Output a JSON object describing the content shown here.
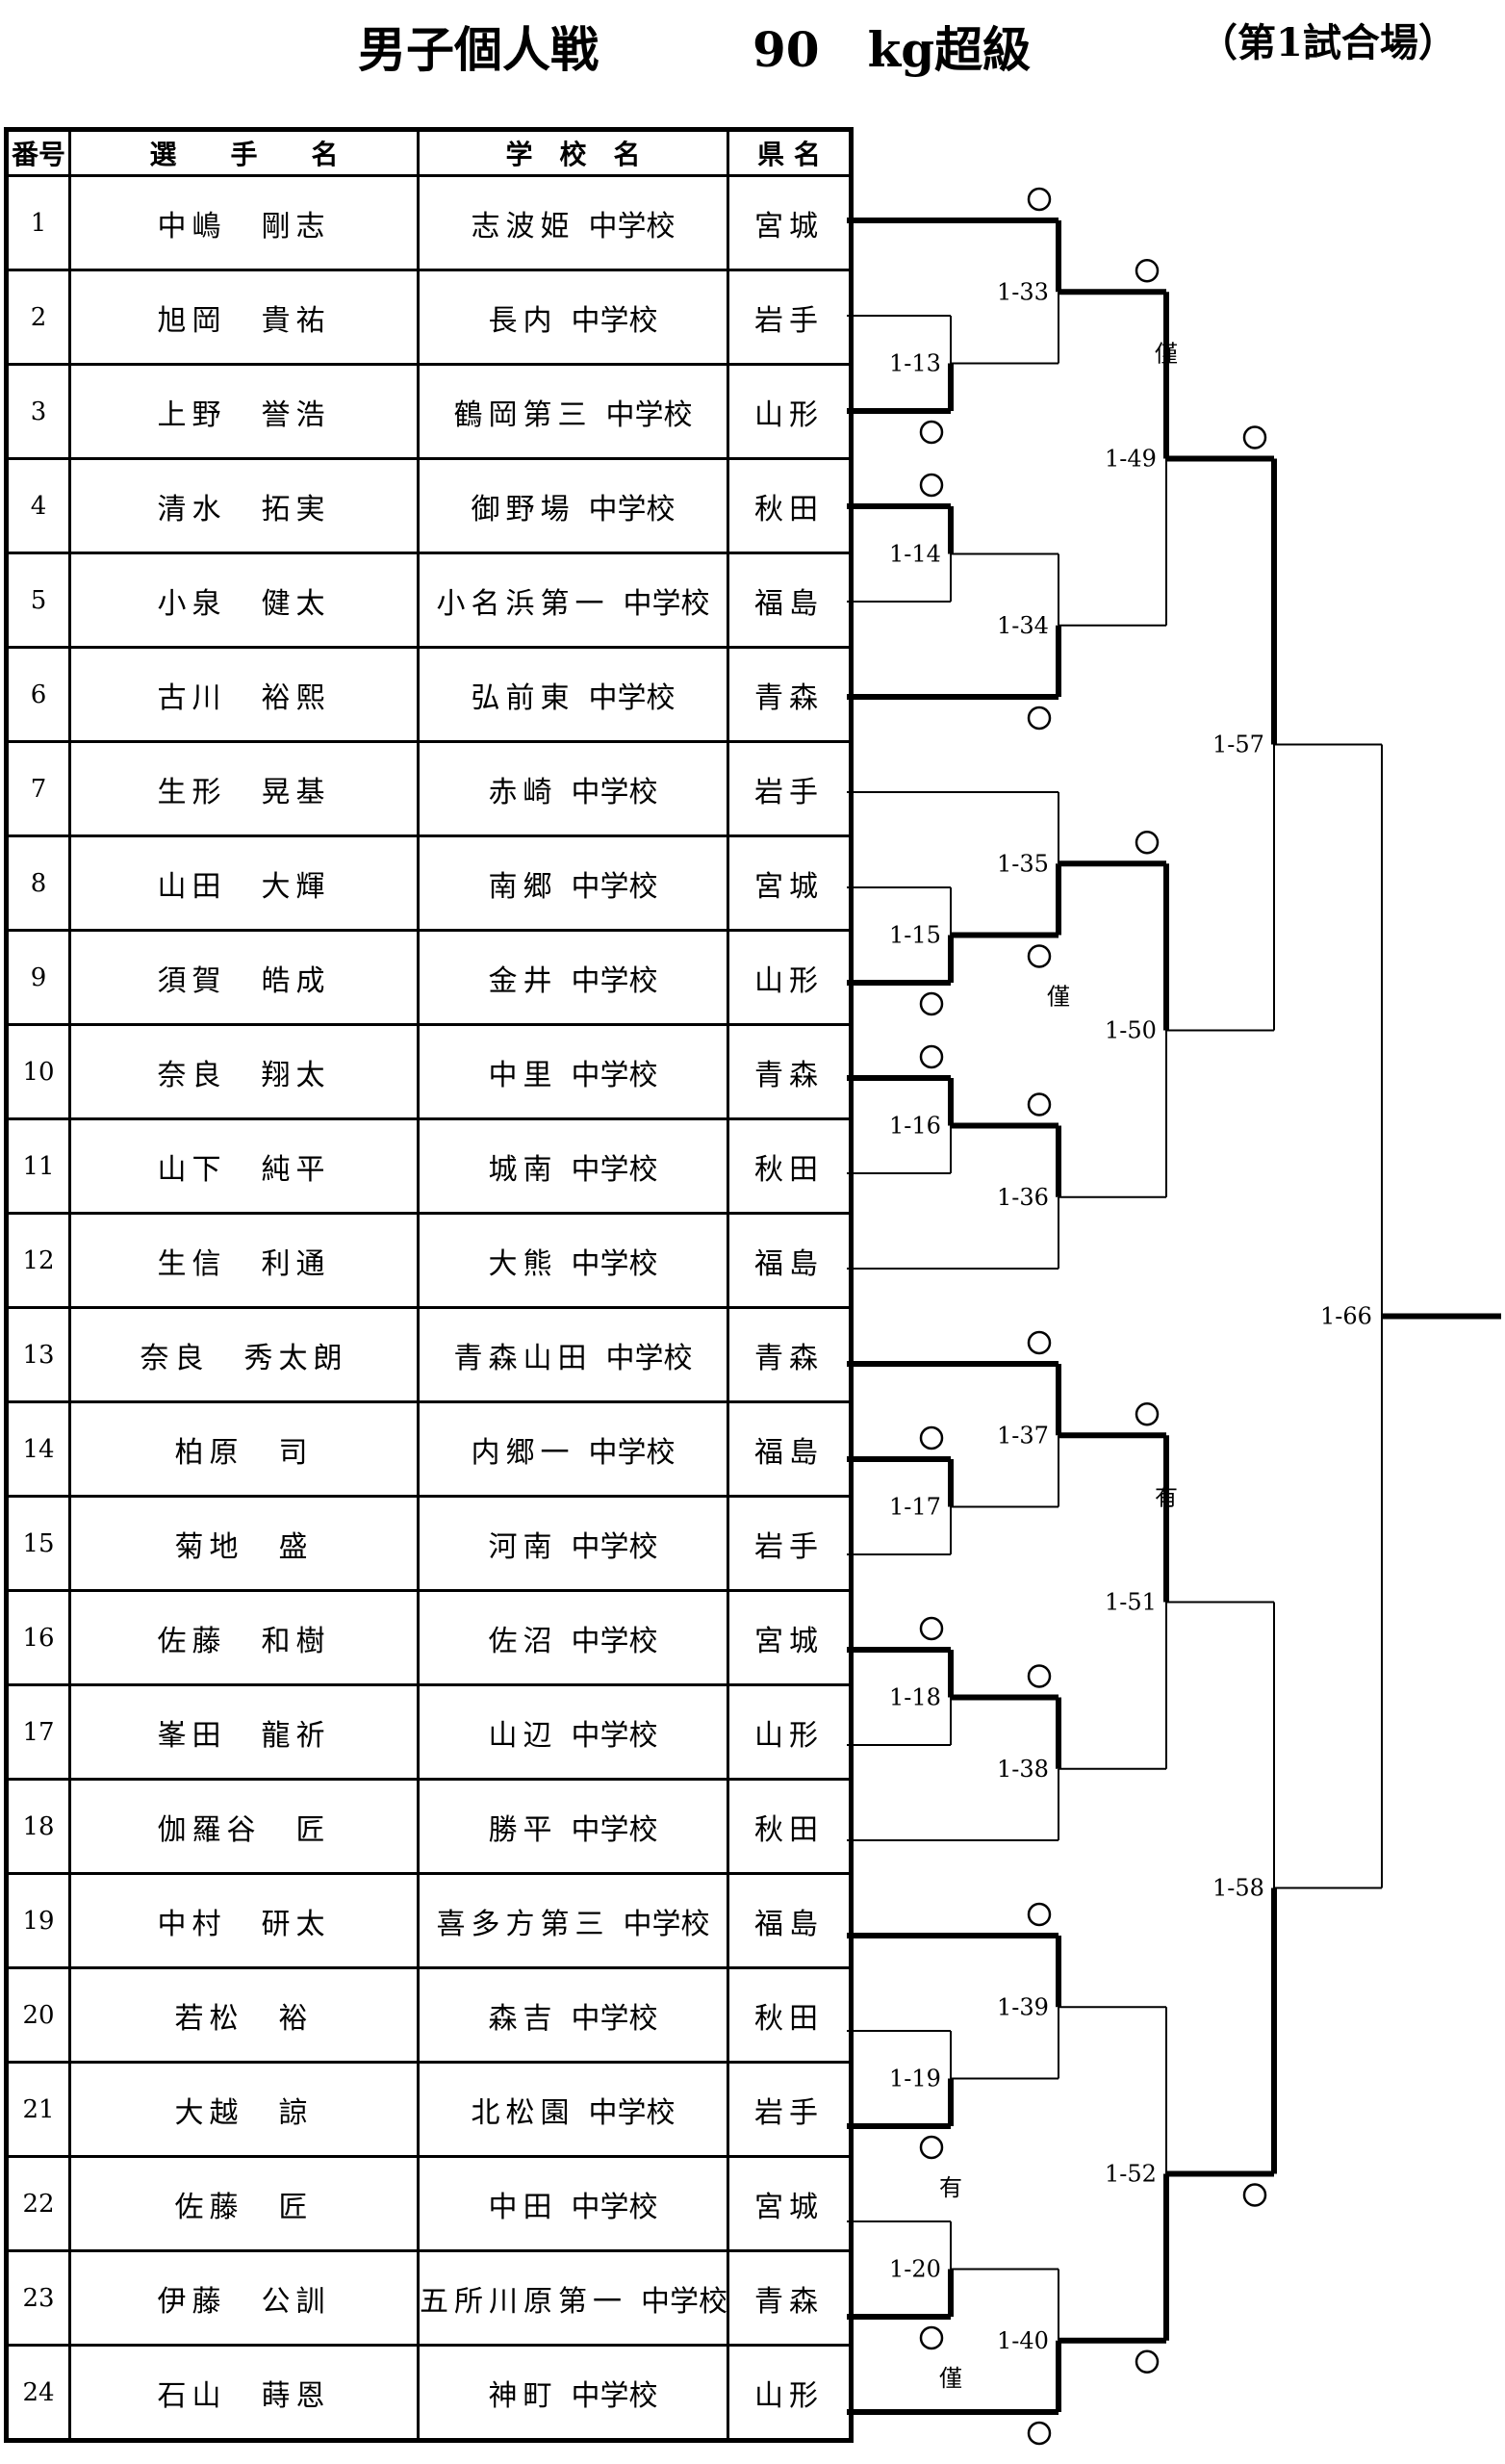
{
  "header": {
    "event": "男子個人戦",
    "weight": "90　kg超級",
    "venue": "（第1試合場）"
  },
  "table": {
    "headers": {
      "no": "番号",
      "name": "選　　手　　名",
      "school": "学　校　名",
      "pref": "県 名"
    },
    "rows": [
      {
        "no": "1",
        "name": "中嶋　剛志",
        "school": "志波姫",
        "type": "中学校",
        "pref": "宮城"
      },
      {
        "no": "2",
        "name": "旭岡　貴祐",
        "school": "長内",
        "type": "中学校",
        "pref": "岩手"
      },
      {
        "no": "3",
        "name": "上野　誉浩",
        "school": "鶴岡第三",
        "type": "中学校",
        "pref": "山形"
      },
      {
        "no": "4",
        "name": "清水　拓実",
        "school": "御野場",
        "type": "中学校",
        "pref": "秋田"
      },
      {
        "no": "5",
        "name": "小泉　健太",
        "school": "小名浜第一",
        "type": "中学校",
        "pref": "福島"
      },
      {
        "no": "6",
        "name": "古川　裕熙",
        "school": "弘前東",
        "type": "中学校",
        "pref": "青森"
      },
      {
        "no": "7",
        "name": "生形　晃基",
        "school": "赤崎",
        "type": "中学校",
        "pref": "岩手"
      },
      {
        "no": "8",
        "name": "山田　大輝",
        "school": "南郷",
        "type": "中学校",
        "pref": "宮城"
      },
      {
        "no": "9",
        "name": "須賀　皓成",
        "school": "金井",
        "type": "中学校",
        "pref": "山形"
      },
      {
        "no": "10",
        "name": "奈良　翔太",
        "school": "中里",
        "type": "中学校",
        "pref": "青森"
      },
      {
        "no": "11",
        "name": "山下　純平",
        "school": "城南",
        "type": "中学校",
        "pref": "秋田"
      },
      {
        "no": "12",
        "name": "生信　利通",
        "school": "大熊",
        "type": "中学校",
        "pref": "福島"
      },
      {
        "no": "13",
        "name": "奈良　秀太朗",
        "school": "青森山田",
        "type": "中学校",
        "pref": "青森"
      },
      {
        "no": "14",
        "name": "柏原　司",
        "school": "内郷一",
        "type": "中学校",
        "pref": "福島"
      },
      {
        "no": "15",
        "name": "菊地　盛",
        "school": "河南",
        "type": "中学校",
        "pref": "岩手"
      },
      {
        "no": "16",
        "name": "佐藤　和樹",
        "school": "佐沼",
        "type": "中学校",
        "pref": "宮城"
      },
      {
        "no": "17",
        "name": "峯田　龍祈",
        "school": "山辺",
        "type": "中学校",
        "pref": "山形"
      },
      {
        "no": "18",
        "name": "伽羅谷　匠",
        "school": "勝平",
        "type": "中学校",
        "pref": "秋田"
      },
      {
        "no": "19",
        "name": "中村　研太",
        "school": "喜多方第三",
        "type": "中学校",
        "pref": "福島"
      },
      {
        "no": "20",
        "name": "若松　裕",
        "school": "森吉",
        "type": "中学校",
        "pref": "秋田"
      },
      {
        "no": "21",
        "name": "大越　諒",
        "school": "北松園",
        "type": "中学校",
        "pref": "岩手"
      },
      {
        "no": "22",
        "name": "佐藤　匠",
        "school": "中田",
        "type": "中学校",
        "pref": "宮城"
      },
      {
        "no": "23",
        "name": "伊藤　公訓",
        "school": "五所川原第一",
        "type": "中学校",
        "pref": "青森"
      },
      {
        "no": "24",
        "name": "石山　蒔恩",
        "school": "神町",
        "type": "中学校",
        "pref": "山形"
      }
    ]
  },
  "bracket": {
    "matches": [
      {
        "id": "1-13",
        "top": "2",
        "bottom": "3",
        "winner": "bottom",
        "result_mark": ""
      },
      {
        "id": "1-14",
        "top": "4",
        "bottom": "5",
        "winner": "top",
        "result_mark": ""
      },
      {
        "id": "1-15",
        "top": "8",
        "bottom": "9",
        "winner": "bottom",
        "result_mark": ""
      },
      {
        "id": "1-16",
        "top": "10",
        "bottom": "11",
        "winner": "top",
        "result_mark": ""
      },
      {
        "id": "1-17",
        "top": "14",
        "bottom": "15",
        "winner": "top",
        "result_mark": ""
      },
      {
        "id": "1-18",
        "top": "16",
        "bottom": "17",
        "winner": "top",
        "result_mark": ""
      },
      {
        "id": "1-19",
        "top": "20",
        "bottom": "21",
        "winner": "bottom",
        "result_mark": "有"
      },
      {
        "id": "1-20",
        "top": "22",
        "bottom": "23",
        "winner": "bottom",
        "result_mark": "僅"
      },
      {
        "id": "1-33",
        "top": "1",
        "bottom": "1-13",
        "winner": "top",
        "result_mark": ""
      },
      {
        "id": "1-34",
        "top": "1-14",
        "bottom": "6",
        "winner": "bottom",
        "result_mark": ""
      },
      {
        "id": "1-35",
        "top": "7",
        "bottom": "1-15",
        "winner": "bottom",
        "result_mark": "僅"
      },
      {
        "id": "1-36",
        "top": "1-16",
        "bottom": "12",
        "winner": "top",
        "result_mark": ""
      },
      {
        "id": "1-37",
        "top": "13",
        "bottom": "1-17",
        "winner": "top",
        "result_mark": ""
      },
      {
        "id": "1-38",
        "top": "1-18",
        "bottom": "18",
        "winner": "top",
        "result_mark": ""
      },
      {
        "id": "1-39",
        "top": "19",
        "bottom": "1-19",
        "winner": "top",
        "result_mark": ""
      },
      {
        "id": "1-40",
        "top": "1-20",
        "bottom": "24",
        "winner": "bottom",
        "result_mark": ""
      },
      {
        "id": "1-49",
        "top": "1-33",
        "bottom": "1-34",
        "winner": "top",
        "result_mark": "僅"
      },
      {
        "id": "1-50",
        "top": "1-35",
        "bottom": "1-36",
        "winner": "top",
        "result_mark": ""
      },
      {
        "id": "1-51",
        "top": "1-37",
        "bottom": "1-38",
        "winner": "top",
        "result_mark": "有"
      },
      {
        "id": "1-52",
        "top": "1-39",
        "bottom": "1-40",
        "winner": "bottom",
        "result_mark": ""
      },
      {
        "id": "1-57",
        "top": "1-49",
        "bottom": "1-50",
        "winner": "top",
        "result_mark": ""
      },
      {
        "id": "1-58",
        "top": "1-51",
        "bottom": "1-52",
        "winner": "bottom",
        "result_mark": ""
      },
      {
        "id": "1-66",
        "top": "1-57",
        "bottom": "1-58",
        "winner": "",
        "result_mark": ""
      }
    ]
  }
}
